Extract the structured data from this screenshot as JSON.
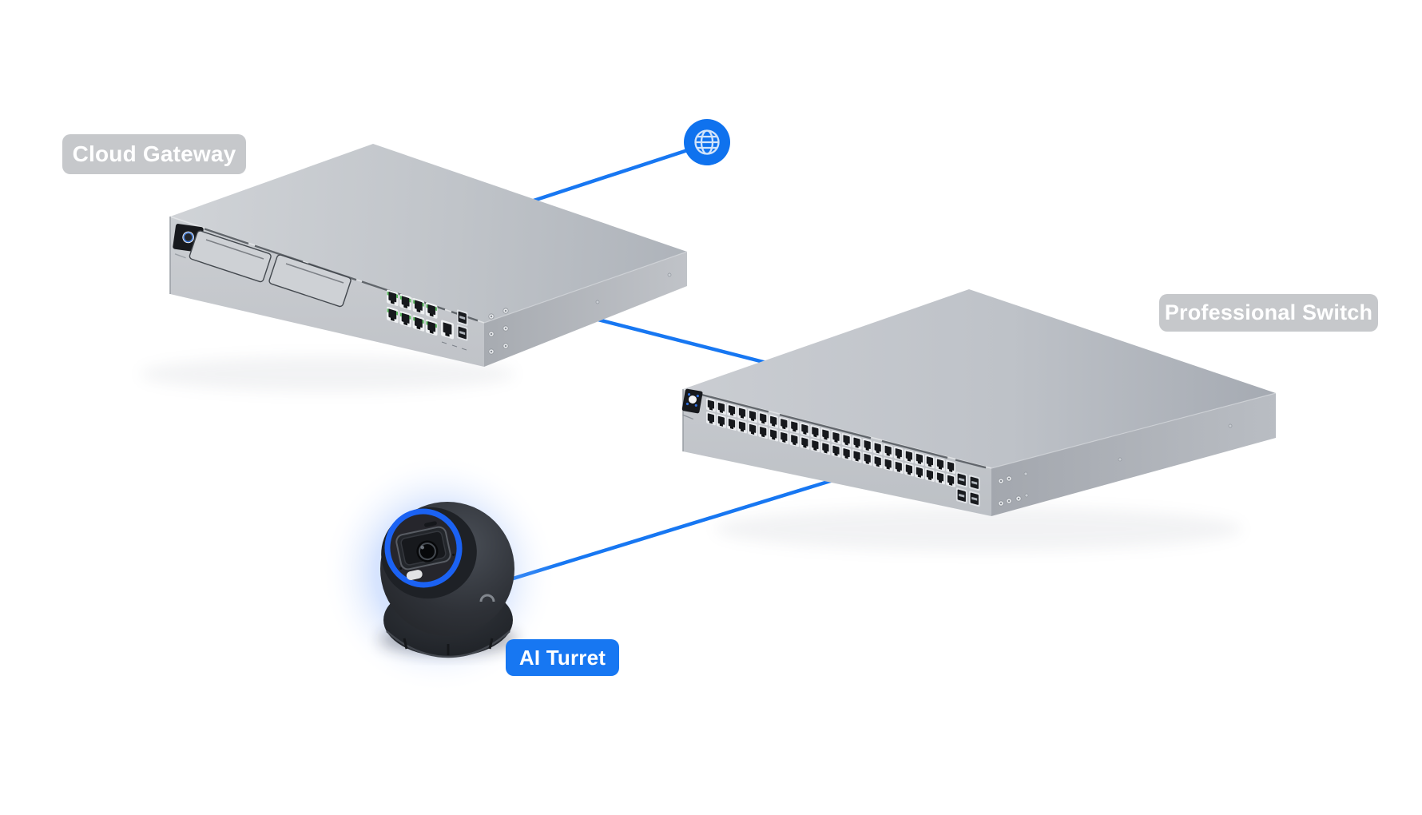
{
  "nodes": {
    "internet": {
      "icon": "globe-icon"
    },
    "cloud_gateway": {
      "label": "Cloud Gateway"
    },
    "professional_switch": {
      "label": "Professional Switch"
    },
    "ai_turret": {
      "label": "AI Turret"
    }
  },
  "connections": [
    {
      "from": "cloud_gateway",
      "to": "internet"
    },
    {
      "from": "cloud_gateway",
      "to": "professional_switch"
    },
    {
      "from": "professional_switch",
      "to": "ai_turret"
    }
  ],
  "colors": {
    "background": "#ffffff",
    "accent_blue": "#1777f2",
    "globe_blue": "#0f72ee",
    "camera_ring_blue": "#1b62f3",
    "label_gray": "#c6c8cb",
    "label_text": "#ffffff"
  }
}
